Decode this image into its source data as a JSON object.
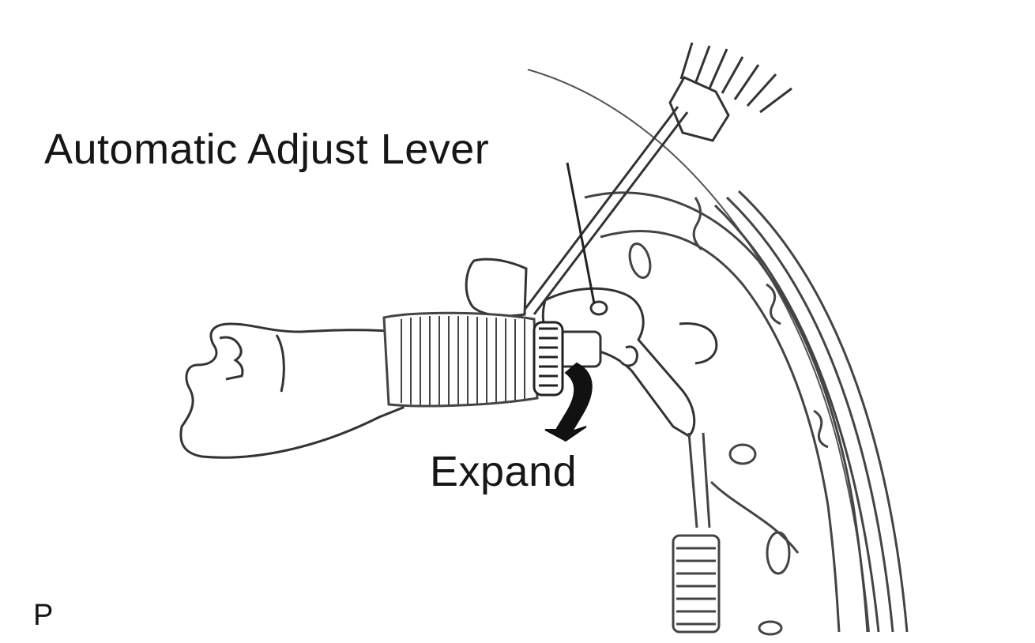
{
  "diagram": {
    "labels": {
      "automatic_adjust_lever": "Automatic Adjust Lever",
      "expand": "Expand",
      "figure_code": "P"
    },
    "parts": [
      "brake-drum",
      "brake-shoe",
      "screwdriver",
      "automatic-adjust-lever",
      "adjuster-assembly",
      "adjuster-spring",
      "adjuster-star-wheel",
      "return-spring",
      "rotation-arrow"
    ],
    "colors": {
      "line": "#3a3a3a",
      "text": "#161616",
      "arrow": "#111111",
      "background": "#ffffff"
    }
  }
}
